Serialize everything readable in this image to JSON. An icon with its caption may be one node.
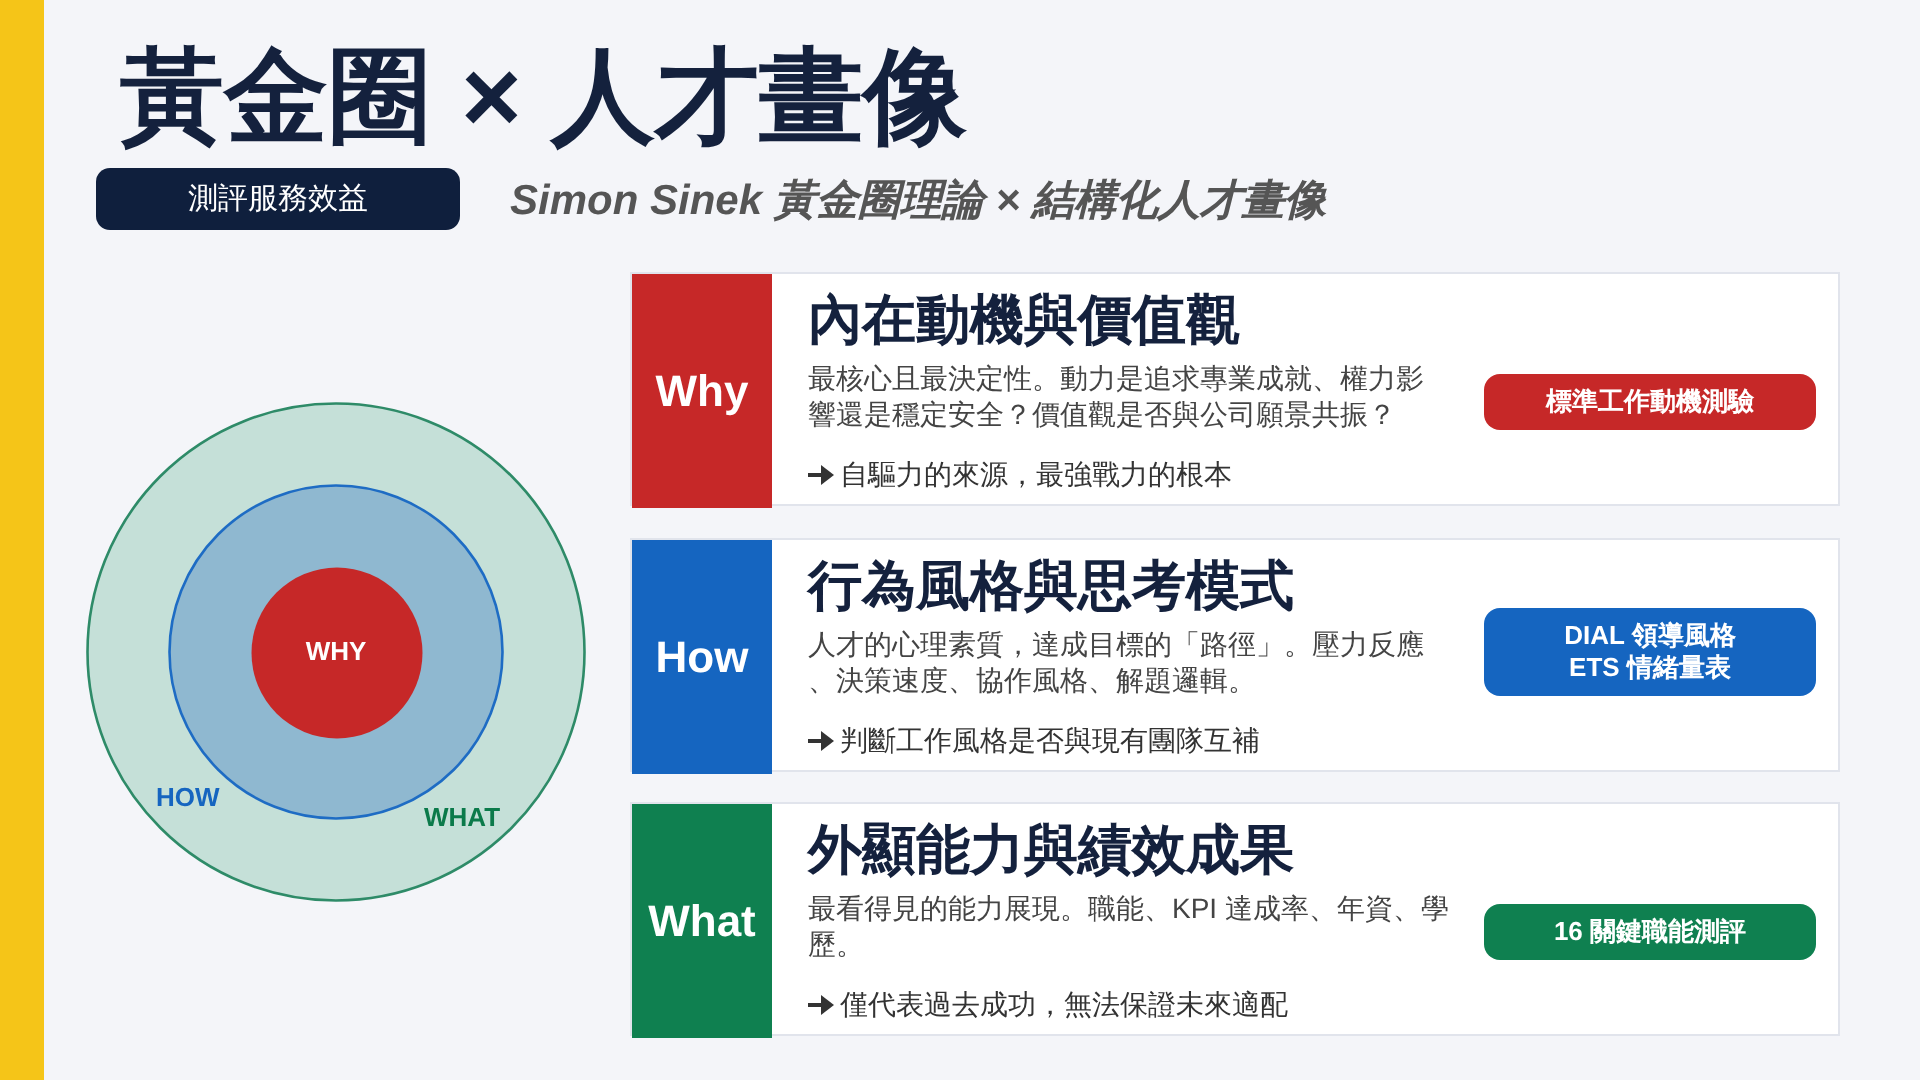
{
  "diagram": {
    "title": "黃金圈 × 人才畫像",
    "nodes": [
      {
        "text": [
          "測評服務效益"
        ]
      },
      {
        "text": [
          "WHAT"
        ]
      },
      {
        "text": [
          "HOW"
        ],
        "in": 1
      },
      {
        "text": [
          "WHY"
        ],
        "in": 2
      },
      {
        "text": [
          "內在動機與價值觀",
          "最核心且最決定性。動力是追求專業成就、權力影響還是穩定安全？價值觀是否與公司願景共振？",
          "自驅力的來源，最強戰力的根本"
        ]
      },
      {
        "text": [
          "Why"
        ],
        "in": 4
      },
      {
        "text": [
          "標準工作動機測驗"
        ],
        "in": 4
      },
      {
        "text": [
          "行為風格與思考模式",
          "人才的心理素質，達成目標的「路徑」。壓力反應、決策速度、協作風格、解題邏輯。",
          "判斷工作風格是否與現有團隊互補"
        ]
      },
      {
        "text": [
          "How"
        ],
        "in": 7
      },
      {
        "text": [
          "DIAL 領導風格 ETS 情緒量表"
        ],
        "in": 7
      },
      {
        "text": [
          "外顯能力與績效成果",
          "最看得見的能力展現。職能、KPI 達成率、年資、學歷。",
          "僅代表過去成功，無法保證未來適配"
        ]
      },
      {
        "text": [
          "What"
        ],
        "in": 10
      },
      {
        "text": [
          "16 關鍵職能測評"
        ],
        "in": 10
      }
    ],
    "labels": [
      "Simon Sinek 黃金圈理論 × 結構化人才畫像"
    ]
  }
}
